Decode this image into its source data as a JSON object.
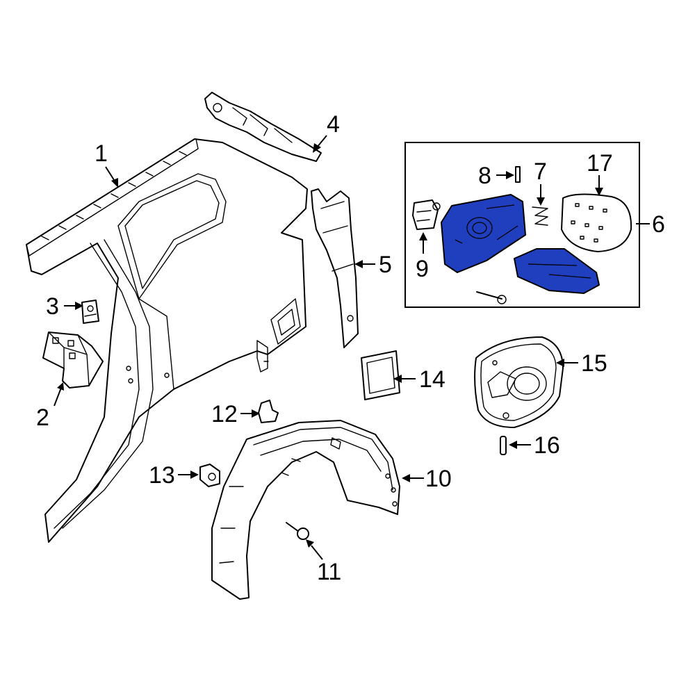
{
  "diagram": {
    "highlight_color": "#1f3fbf",
    "callouts": [
      {
        "id": "1",
        "label": "1"
      },
      {
        "id": "2",
        "label": "2"
      },
      {
        "id": "3",
        "label": "3"
      },
      {
        "id": "4",
        "label": "4"
      },
      {
        "id": "5",
        "label": "5"
      },
      {
        "id": "6",
        "label": "6"
      },
      {
        "id": "7",
        "label": "7"
      },
      {
        "id": "8",
        "label": "8"
      },
      {
        "id": "9",
        "label": "9"
      },
      {
        "id": "10",
        "label": "10"
      },
      {
        "id": "11",
        "label": "11"
      },
      {
        "id": "12",
        "label": "12"
      },
      {
        "id": "13",
        "label": "13"
      },
      {
        "id": "14",
        "label": "14"
      },
      {
        "id": "15",
        "label": "15"
      },
      {
        "id": "16",
        "label": "16"
      },
      {
        "id": "17",
        "label": "17"
      }
    ]
  }
}
